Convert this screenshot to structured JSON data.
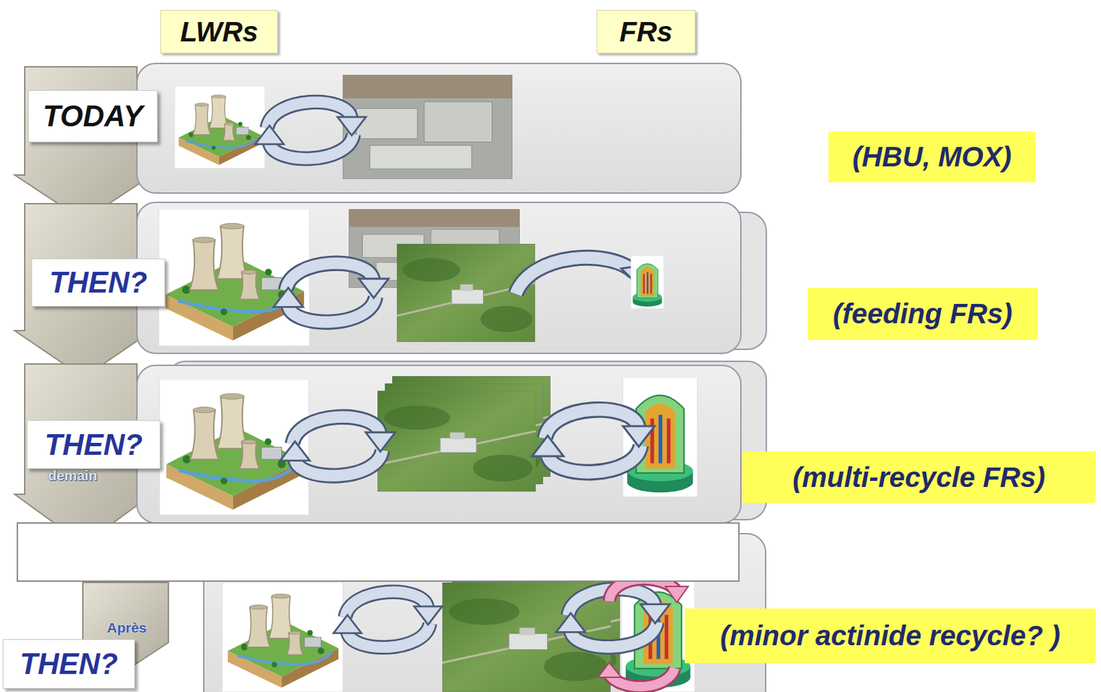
{
  "diagram": {
    "nodes": [
      {
        "text": [
          "LWRs"
        ]
      },
      {
        "text": [
          "FRs"
        ]
      },
      {
        "text": [
          "TODAY"
        ]
      },
      {
        "text": [
          "(HBU, MOX)"
        ]
      },
      {
        "text": [
          "THEN?"
        ]
      },
      {
        "text": [
          "(feeding FRs)"
        ]
      },
      {
        "text": [
          "THEN?"
        ]
      },
      {
        "text": [
          "(multi-recycle FRs)"
        ]
      },
      {
        "text": [
          "THEN?"
        ]
      },
      {
        "text": [
          "(minor actinide recycle? )"
        ]
      }
    ],
    "labels": [
      "demain",
      "Après"
    ]
  }
}
